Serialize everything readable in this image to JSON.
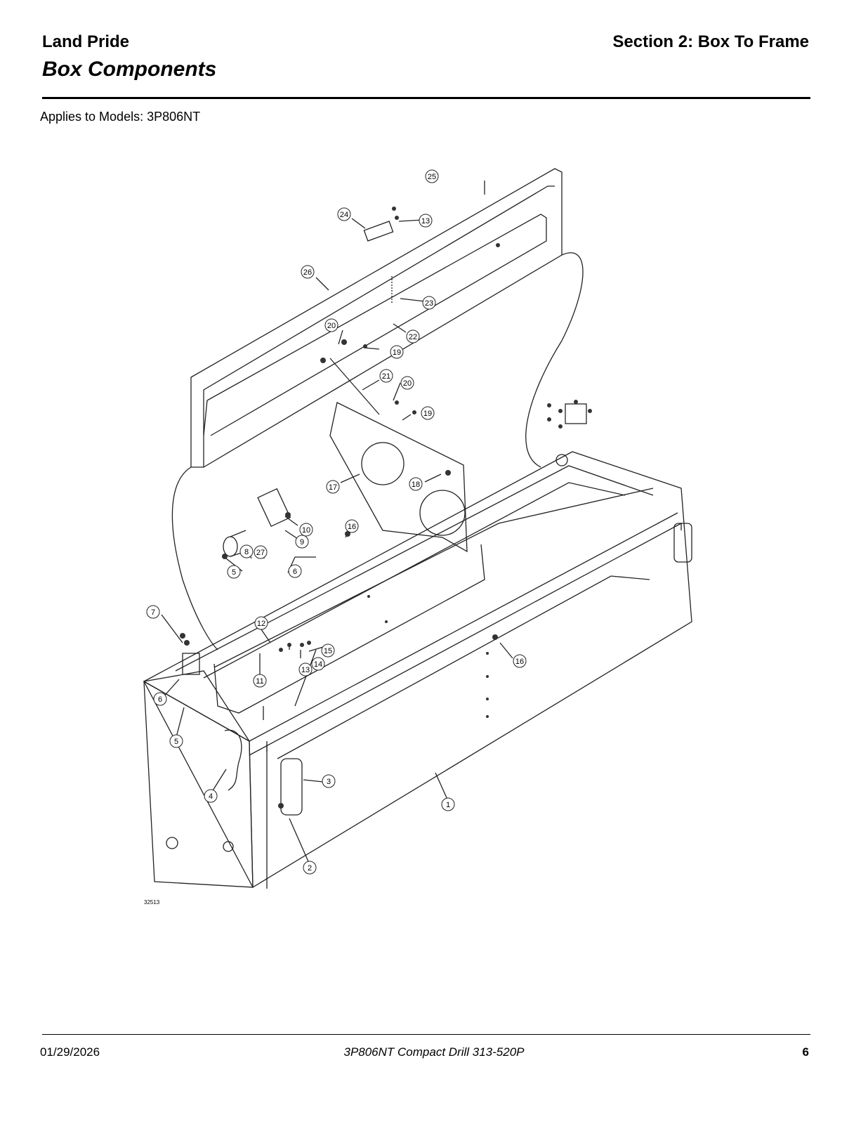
{
  "header": {
    "brand": "Land Pride",
    "section": "Section 2: Box To Frame",
    "title": "Box Components"
  },
  "applies": "Applies to Models: 3P806NT",
  "diagram": {
    "drawing_number": "32513",
    "callouts": [
      "25",
      "24",
      "13",
      "26",
      "23",
      "22",
      "20",
      "19",
      "21",
      "20",
      "19",
      "18",
      "17",
      "16",
      "10",
      "9",
      "8",
      "27",
      "5",
      "6",
      "7",
      "12",
      "15",
      "14",
      "13",
      "11",
      "16",
      "6",
      "5",
      "4",
      "3",
      "1",
      "2"
    ]
  },
  "footer": {
    "date": "01/29/2026",
    "document": "3P806NT  Compact Drill  313-520P",
    "page": "6"
  }
}
